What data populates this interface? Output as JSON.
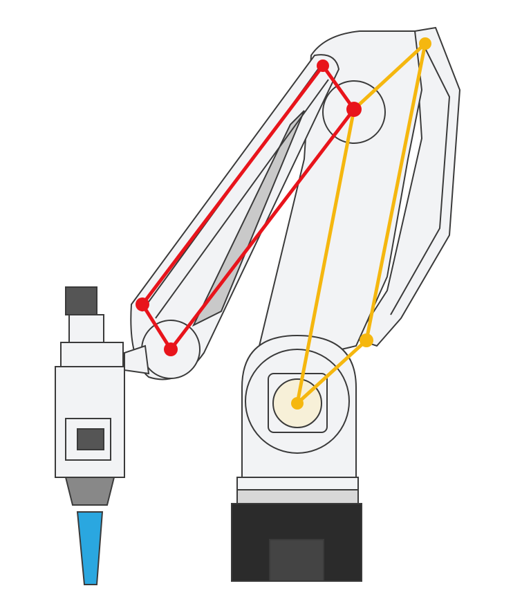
{
  "diagram": {
    "subject": "robot-arm-parallel-linkage",
    "colors": {
      "red_linkage": "#e8141b",
      "yellow_linkage": "#f5b70f",
      "body": "#f2f3f5",
      "outline": "#3a3a3a",
      "shade": "#c9c9c9",
      "motor": "#2b2b2b",
      "tool": "#2aa7e0"
    },
    "linkages": [
      {
        "name": "red-linkage",
        "joints": 4
      },
      {
        "name": "yellow-linkage",
        "joints": 4
      }
    ]
  }
}
